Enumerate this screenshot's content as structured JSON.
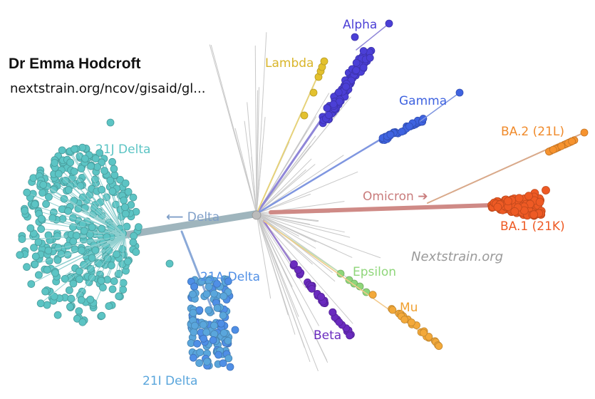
{
  "author": "Dr Emma Hodcroft",
  "url": "nextstrain.org/ncov/gisaid/gl...",
  "watermark": "Nextstrain.org",
  "clades": {
    "alpha": {
      "label": "Alpha",
      "color": "#4b3fd6"
    },
    "lambda": {
      "label": "Lambda",
      "color": "#e3c12e"
    },
    "gamma": {
      "label": "Gamma",
      "color": "#3f63e0"
    },
    "ba2": {
      "label": "BA.2 (21L)",
      "color": "#f6932f"
    },
    "omicron": {
      "label": "Omicron",
      "color": "#c97c7c"
    },
    "ba1": {
      "label": "BA.1 (21K)",
      "color": "#ee5a24"
    },
    "delta": {
      "label": "Delta",
      "color": "#7f9fc8"
    },
    "delta21j": {
      "label": "21J Delta",
      "color": "#5cc4c4"
    },
    "delta21a": {
      "label": "21A Delta",
      "color": "#4f8fe6"
    },
    "delta21i": {
      "label": "21I Delta",
      "color": "#5aa6dc"
    },
    "epsilon": {
      "label": "Epsilon",
      "color": "#8fd67a"
    },
    "mu": {
      "label": "Mu",
      "color": "#f3a93a"
    },
    "beta": {
      "label": "Beta",
      "color": "#6a2bbf"
    }
  },
  "arrows": {
    "omicron": "➔",
    "delta": "🡐"
  }
}
